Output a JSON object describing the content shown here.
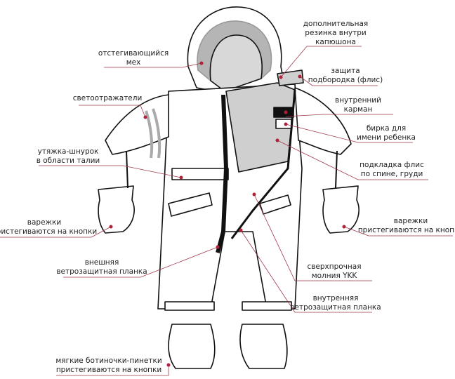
{
  "colors": {
    "leader": "#a0394a",
    "dot": "#b0203a",
    "outline": "#111111",
    "fleece": "#cfcfcf",
    "fur": "#b5b5b5"
  },
  "labels": {
    "hood_elastic": [
      "дополнительная",
      "резинка внутри",
      "капюшона"
    ],
    "chin_guard": [
      "защита",
      "подбородка (флис)"
    ],
    "inner_pocket": [
      "внутренний",
      "карман"
    ],
    "name_tag": [
      "бирка для",
      "имени ребенка"
    ],
    "fleece_lining": [
      "подкладка флис",
      "по спине, груди"
    ],
    "mittens_right": [
      "варежки",
      "пристегиваются на кнопки"
    ],
    "ykk_zipper": [
      "сверхпрочная",
      "молния YKK"
    ],
    "inner_flap": [
      "внутренняя",
      "ветрозащитная планка"
    ],
    "booties": [
      "мягкие ботиночки-пинетки",
      "пристегиваются на кнопки"
    ],
    "outer_flap": [
      "внешняя",
      "ветрозащитная планка"
    ],
    "mittens_left": [
      "варежки",
      "пристегиваются на кнопки"
    ],
    "waist_drawstring": [
      "утяжка-шнурок",
      "в области талии"
    ],
    "reflectors": [
      "светоотражатели"
    ],
    "detachable_fur": [
      "отстегивающийся",
      "мех"
    ]
  }
}
